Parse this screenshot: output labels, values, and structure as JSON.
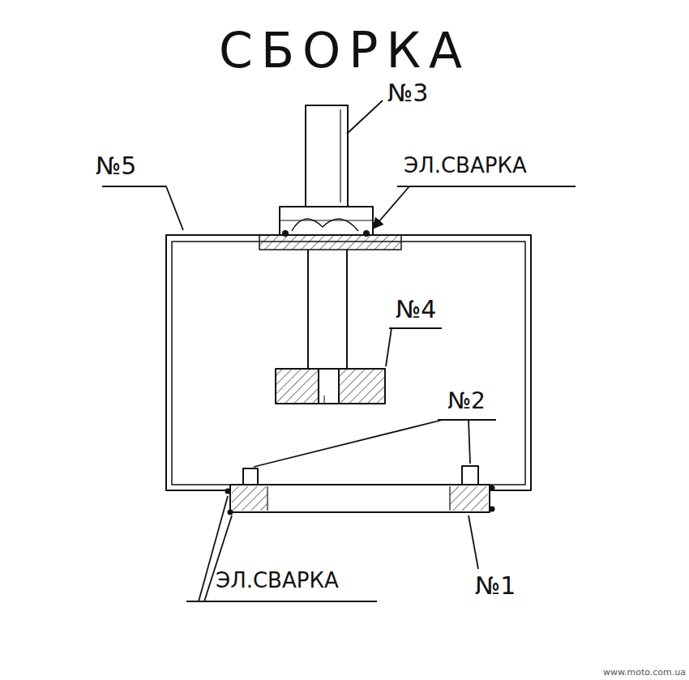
{
  "diagram": {
    "title": "СБОРКА",
    "labels": [
      "№3",
      "№5",
      "ЭЛ.СВАРКА",
      "№4",
      "№2",
      "ЭЛ.СВАРКА",
      "№1",
      "www.moto.com.ua"
    ]
  }
}
